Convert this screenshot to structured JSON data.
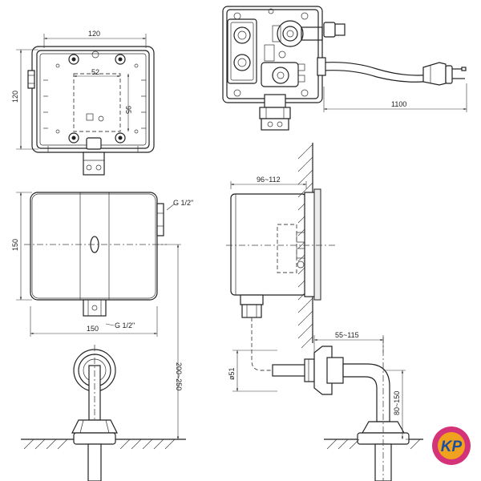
{
  "dimensions": {
    "top_view_width": "120",
    "top_view_height": "120",
    "top_view_inner_width": "52",
    "top_view_inner_height": "95",
    "cable_length": "1100",
    "front_view_width": "150",
    "front_view_height": "150",
    "thread_top": "G 1/2\"",
    "thread_bottom": "G 1/2\"",
    "height_range": "200~250",
    "depth_range": "96~112",
    "pipe_diameter": "ø51",
    "offset_range": "55~115",
    "elbow_height_range": "80~150"
  },
  "logo": {
    "text": "KP",
    "colors": {
      "ring": "#d4337a",
      "inner": "#f0a21e",
      "text": "#1a4fa0"
    }
  }
}
